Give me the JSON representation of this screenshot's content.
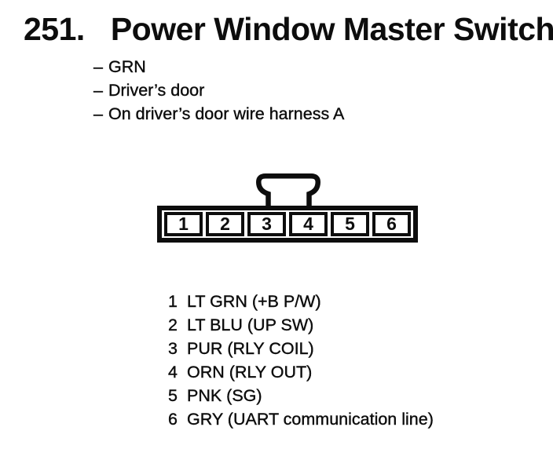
{
  "header": {
    "item_number": "251.",
    "title": "Power Window Master Switch"
  },
  "details": {
    "bullet": "–",
    "items": [
      "GRN",
      "Driver’s door",
      "On driver’s door wire harness A"
    ]
  },
  "connector": {
    "type": "6-pin female connector, single row, latch tab on top between pins 3 and 4",
    "pins": [
      "1",
      "2",
      "3",
      "4",
      "5",
      "6"
    ]
  },
  "pinout": {
    "rows": [
      {
        "pin": "1",
        "desc": "LT GRN (+B P/W)"
      },
      {
        "pin": "2",
        "desc": "LT BLU (UP SW)"
      },
      {
        "pin": "3",
        "desc": "PUR (RLY COIL)"
      },
      {
        "pin": "4",
        "desc": "ORN (RLY OUT)"
      },
      {
        "pin": "5",
        "desc": "PNK (SG)"
      },
      {
        "pin": "6",
        "desc": "GRY (UART communication line)"
      }
    ]
  },
  "colors": {
    "ink": "#0d0d0d",
    "paper": "#ffffff"
  }
}
